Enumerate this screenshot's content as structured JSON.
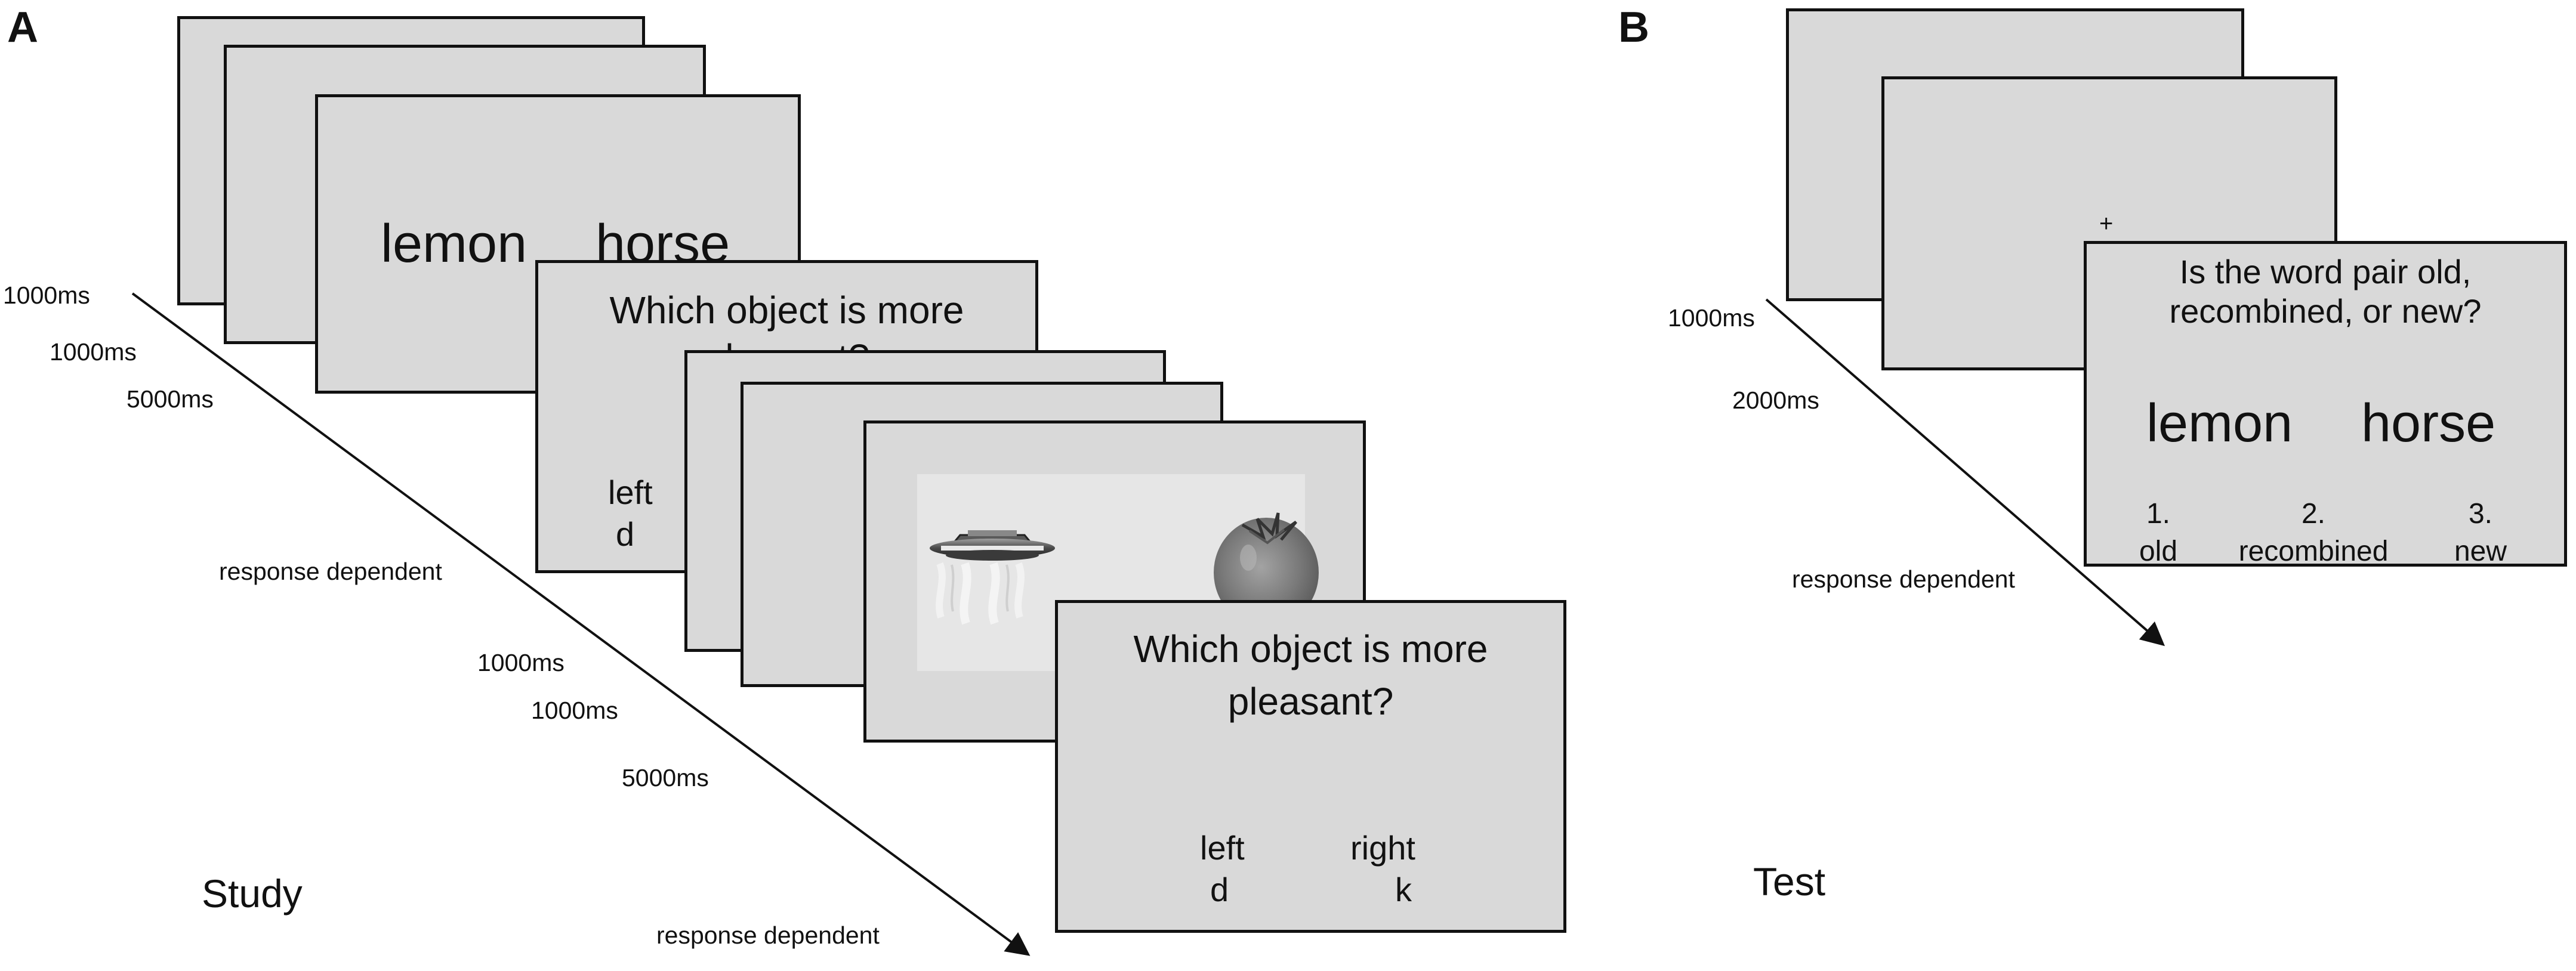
{
  "panel_a": {
    "letter": "A",
    "phase_label": "Study",
    "screen_pair_words": {
      "left": "lemon",
      "right": "horse"
    },
    "screen_question_partial": {
      "line1": "Which object is more",
      "line2_fragment": "pleasant?",
      "left_key_label": "left",
      "left_key": "d"
    },
    "screen_question": {
      "line1": "Which object is more",
      "line2": "pleasant?",
      "left_label": "left",
      "left_key": "d",
      "right_label": "right",
      "right_key": "k"
    },
    "timings": [
      "1000ms",
      "1000ms",
      "5000ms",
      "response dependent",
      "1000ms",
      "1000ms",
      "5000ms",
      "response dependent"
    ],
    "objects": [
      "ufo-image",
      "apple-image"
    ]
  },
  "panel_b": {
    "letter": "B",
    "phase_label": "Test",
    "fixation": "+",
    "question": {
      "line1": "Is the word pair old,",
      "line2": "recombined, or new?"
    },
    "words": {
      "left": "lemon",
      "right": "horse"
    },
    "options": [
      {
        "number": "1.",
        "label": "old"
      },
      {
        "number": "2.",
        "label": "recombined"
      },
      {
        "number": "3.",
        "label": "new"
      }
    ],
    "timings": [
      "1000ms",
      "2000ms",
      "response dependent"
    ]
  }
}
